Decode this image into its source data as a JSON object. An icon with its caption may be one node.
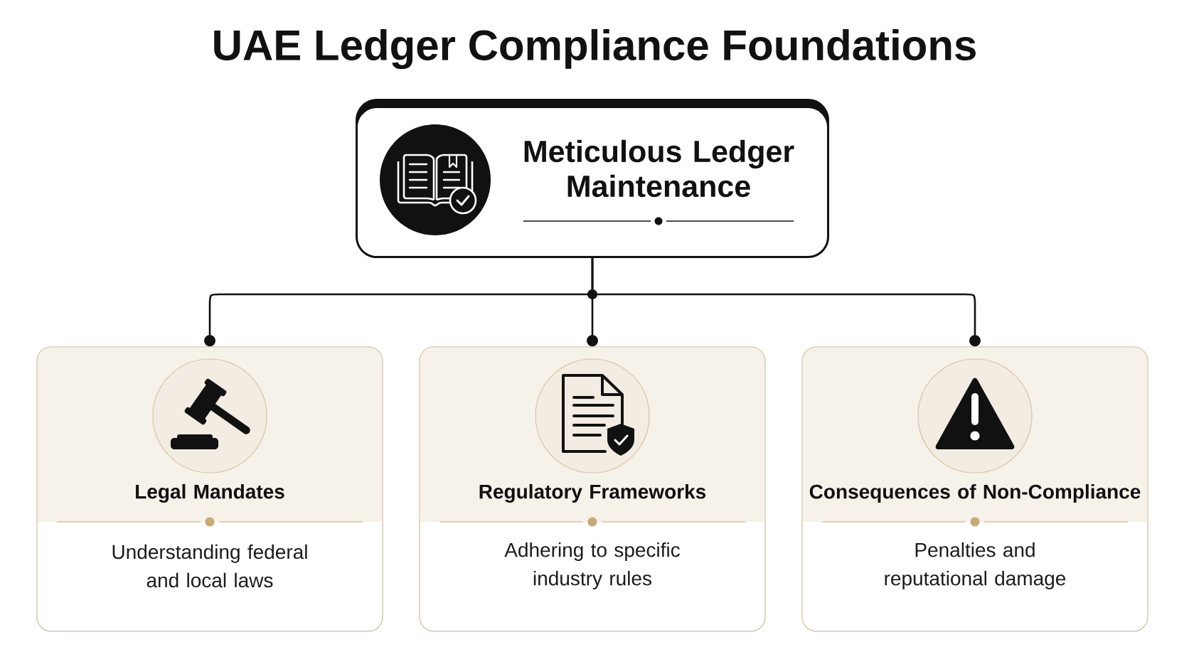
{
  "diagram": {
    "title": "UAE Ledger Compliance Foundations",
    "nodes": [
      {
        "text": [
          "Meticulous Ledger Maintenance"
        ]
      },
      {
        "text": [
          "Legal Mandates",
          "Understanding federal and local laws"
        ]
      },
      {
        "text": [
          "Regulatory Frameworks",
          "Adhering to specific industry rules"
        ]
      },
      {
        "text": [
          "Consequences of Non-Compliance",
          "Penalties and reputational damage"
        ]
      }
    ],
    "edges": [
      {
        "from": 0,
        "to": 1,
        "arrow": "other"
      },
      {
        "from": 0,
        "to": 2,
        "arrow": "other"
      },
      {
        "from": 0,
        "to": 3,
        "arrow": "other"
      }
    ]
  }
}
